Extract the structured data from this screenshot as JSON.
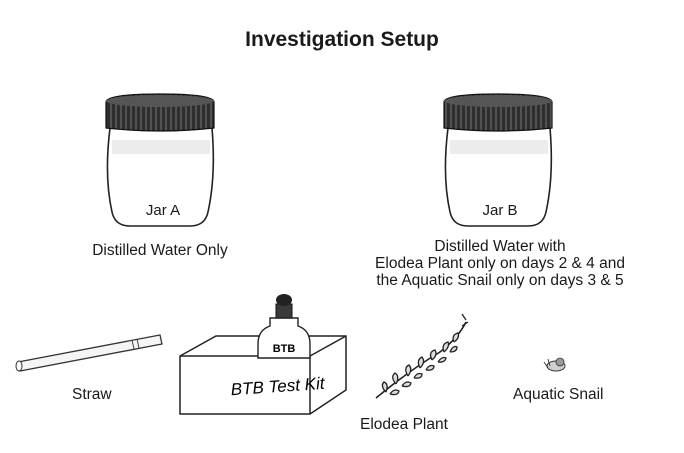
{
  "title": "Investigation Setup",
  "jars": [
    {
      "label": "Jar A",
      "caption_lines": [
        "Distilled Water Only"
      ]
    },
    {
      "label": "Jar B",
      "caption_lines": [
        "Distilled Water with",
        "Elodea Plant only on days 2 & 4 and",
        "the Aquatic Snail only on days 3 & 5"
      ]
    }
  ],
  "items": {
    "straw": "Straw",
    "btb_bottle_label": "BTB",
    "btb_kit_label": "BTB Test Kit",
    "elodea": "Elodea Plant",
    "snail": "Aquatic Snail"
  }
}
